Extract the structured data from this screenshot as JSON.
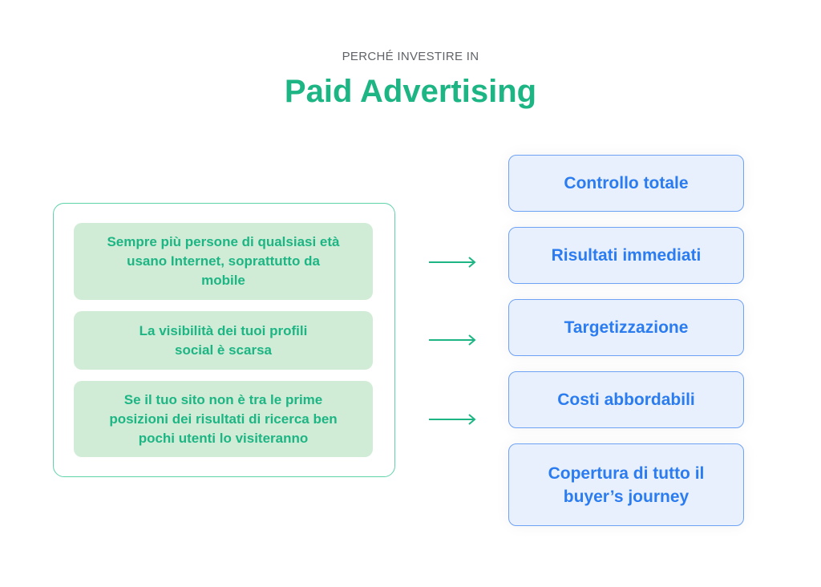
{
  "header": {
    "kicker": "PERCHÉ INVESTIRE IN",
    "title": "Paid Advertising"
  },
  "reasons": [
    "Sempre più persone di qualsiasi età usano Internet, soprattutto da mobile",
    "La visibilità dei tuoi profili social è scarsa",
    "Se il tuo sito non è tra le prime posizioni dei risultati di ricerca ben pochi utenti lo visiteranno"
  ],
  "benefits": [
    "Controllo totale",
    "Risultati immediati",
    "Targetizzazione",
    "Costi abbordabili",
    "Copertura di tutto il buyer’s journey"
  ],
  "colors": {
    "green": "#1db584",
    "green_bg": "#d1ecd6",
    "blue": "#2a7cf0",
    "blue_bg": "#e9f0fd"
  }
}
